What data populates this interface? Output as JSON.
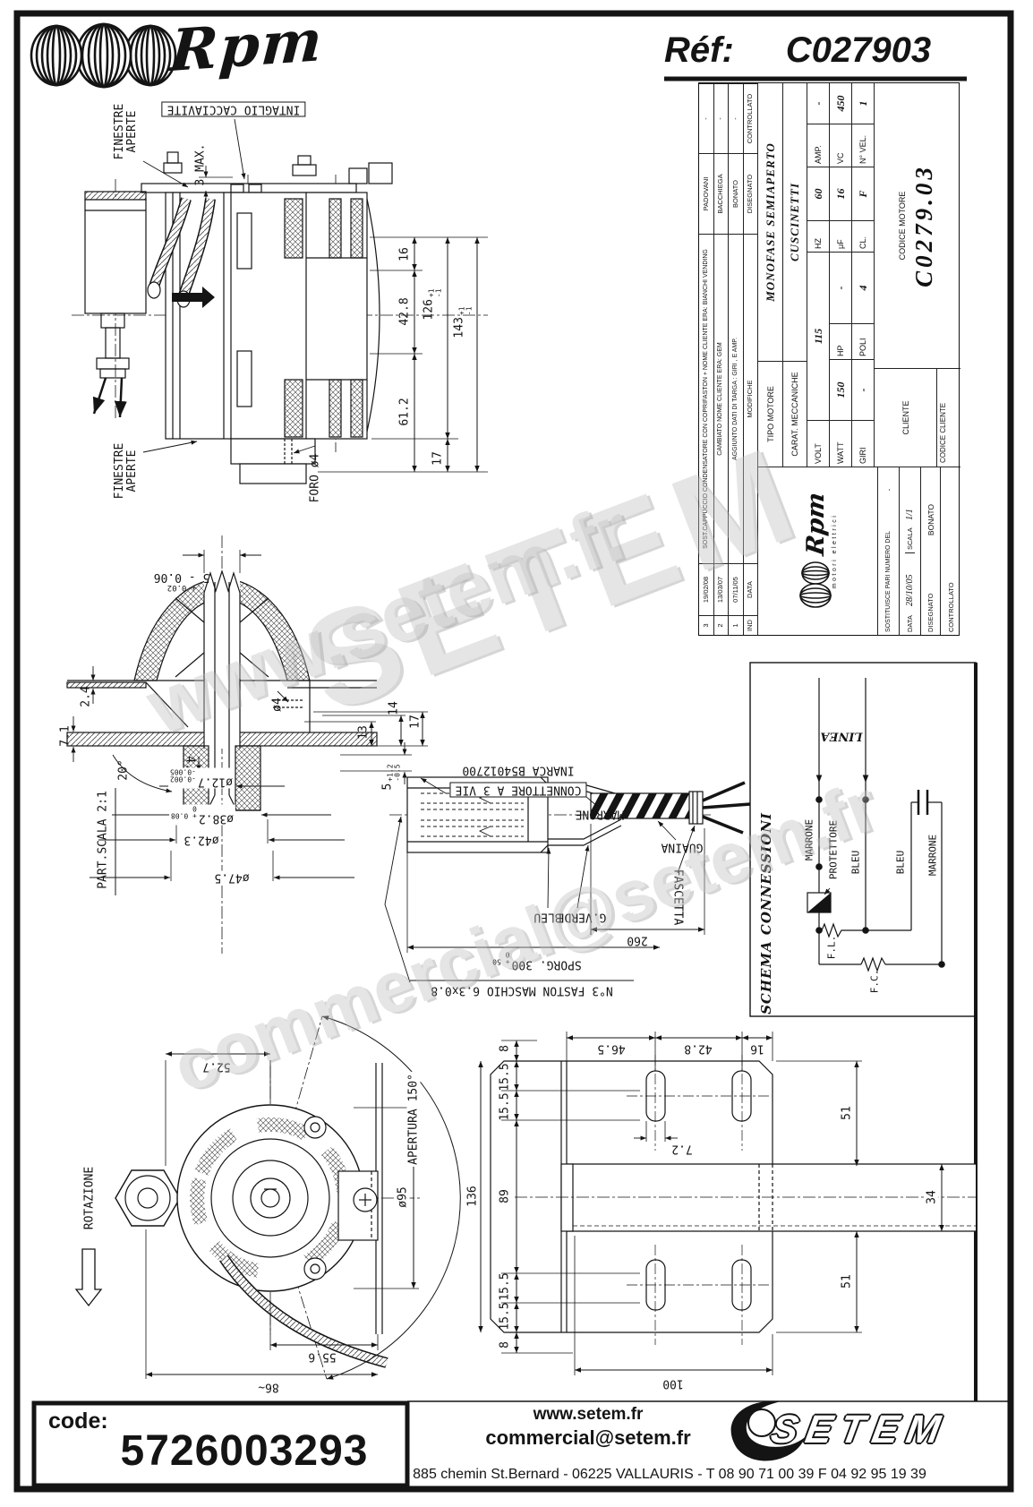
{
  "header": {
    "brand": "Rpm",
    "ref_label": "Réf:",
    "ref_value": "C027903"
  },
  "footer": {
    "code_label": "code:",
    "code_value": "5726003293",
    "website": "www.setem.fr",
    "email": "commercial@setem.fr",
    "brand": "SETEM",
    "address": "885 chemin St.Bernard  -  06225 VALLAURIS  -  T 08 90 71 00 39   F 04 92 95 19 39"
  },
  "watermarks": {
    "w1": "SETEM",
    "w2": "www.setem.fr",
    "w3": "commercial@setem.fr"
  },
  "title_block": {
    "revisions": [
      {
        "ind": "3",
        "date": "19/02/08",
        "note": "SOST.CAPPUCCIO CONDENSATORE CON COPRIFASTON + NOME CLIENTE ERA: BIANCHI VENDING",
        "by": "PADOVANI",
        "checked": "-"
      },
      {
        "ind": "2",
        "date": "13/03/07",
        "note": "CAMBIATO NOME CLIENTE ERA: GEM",
        "by": "BACCHIEGA",
        "checked": "-"
      },
      {
        "ind": "1",
        "date": "07/11/05",
        "note": "AGGIUNTO DATI DI TARGA : GIRI , E AMP.",
        "by": "BONATO",
        "checked": "-"
      }
    ],
    "headers": {
      "ind": "IND",
      "date": "DATA",
      "note": "MODIFICHE",
      "by": "DISEGNATO",
      "checked": "CONTROLLATO"
    },
    "tipo_label": "TIPO MOTORE",
    "tipo_value": "MONOFASE SEMIAPERTO",
    "carat_label": "CARAT. MECCANICHE",
    "carat_value": "CUSCINETTI",
    "volt_label": "VOLT",
    "volt": "115",
    "hz_label": "HZ",
    "hz": "60",
    "amp_label": "AMP.",
    "amp": "-",
    "watt_label": "WATT",
    "watt": "150",
    "hp_label": "HP",
    "hp": "-",
    "uf_label": "μF",
    "uf": "16",
    "vc_label": "VC",
    "vc": "450",
    "giri_label": "GIRI",
    "giri": "-",
    "poli_label": "POLI",
    "poli": "4",
    "cl_label": "CL.",
    "cl": "F",
    "nvel_label": "N° VEL.",
    "nvel": "1",
    "logo_brand": "Rpm",
    "logo_sub": "motori elettrici",
    "sost_label": "SOSTITUISCE PARI NUMERO DEL",
    "sost_value": "-",
    "data_label": "DATA",
    "data_value": "28/10/05",
    "scala_label": "SCALA",
    "scala_value": "1/1",
    "disegnato_label": "DISEGNATO",
    "disegnato_value": "BONATO",
    "controllato_label": "CONTROLLATO",
    "cliente_label": "CLIENTE",
    "codice_motore_label": "CODICE MOTORE",
    "codice_motore": "C0279.03",
    "codice_cliente_label": "CODICE CLIENTE"
  },
  "side_view": {
    "finestre1": "FINESTRE",
    "finestre2": "APERTE",
    "intaglio": "INTAGLIO CACCIAVITE",
    "max3": "3 MAX.",
    "foro": "FORO ø4",
    "d16": "16",
    "d42_8": "42.8",
    "d61_2": "61.2",
    "d17": "17",
    "d126": "126",
    "d126_tp": "+1",
    "d126_tm": "-1",
    "d143": "143",
    "d143_tp": "+1",
    "d143_tm": "-1"
  },
  "section_view": {
    "title": "PART.SCALA 2:1",
    "d5_line1": "+ 0.02",
    "d5_line2": "5 - 0.06",
    "d2_4": "2.4",
    "d7_1": "7.1",
    "a20": "20°",
    "d4_5": "4.5",
    "d12_7": "ø12.7",
    "d12_7_tp": "-0.002",
    "d12_7_tm": "-0.005",
    "d38_2": "ø38.2",
    "d38_2_tp": "+ 0.08",
    "d38_2_tm": "0",
    "d42_3": "ø42.3",
    "d47_5": "ø47.5",
    "d13": "13",
    "d14": "14",
    "d17": "17",
    "dia4": "ø4",
    "d5b": "5",
    "d5b_tp": "+1.2",
    "d5b_tm": "-0.5"
  },
  "connector": {
    "title1": "CONNETTORE A 3 VIE",
    "title2": "INARCA B54012700",
    "marrone": "MARRONE",
    "bleu": "BLEU",
    "gverde": "G.VERDE",
    "guaina": "GUAINA",
    "fascetta": "FASCETTA",
    "d260": "260",
    "sporg": "SPORG. 300",
    "sporg_tp": "+ 50",
    "sporg_tm": "0",
    "faston": "N°3 FASTON MASCHIO 6.3x0.8"
  },
  "schema": {
    "title": "SCHEMA CONNESSIONI",
    "linea": "LINEA",
    "marrone1": "MARRONE",
    "protettore": "PROTETTORE",
    "bleu1": "BLEU",
    "bleu2": "BLEU",
    "marrone2": "MARRONE",
    "fl": "F.L.",
    "fc": "F.C."
  },
  "front_view": {
    "rotazione": "ROTAZIONE",
    "d52_7": "52.7",
    "dia95": "ø95",
    "apertura": "APERTURA 150°",
    "d55_6": "55.6",
    "d86": "86~"
  },
  "plate_view": {
    "d46_5": "46.5",
    "d42_8": "42.8",
    "d16": "16",
    "d8a": "8",
    "d15_5a": "15.5",
    "d15_5b": "15.5",
    "d136": "136",
    "d89": "89",
    "d7_2": "7.2",
    "d51a": "51",
    "d34": "34",
    "d51b": "51",
    "d15_5c": "15.5",
    "d15_5d": "15.5",
    "d8b": "8",
    "d100": "100"
  }
}
